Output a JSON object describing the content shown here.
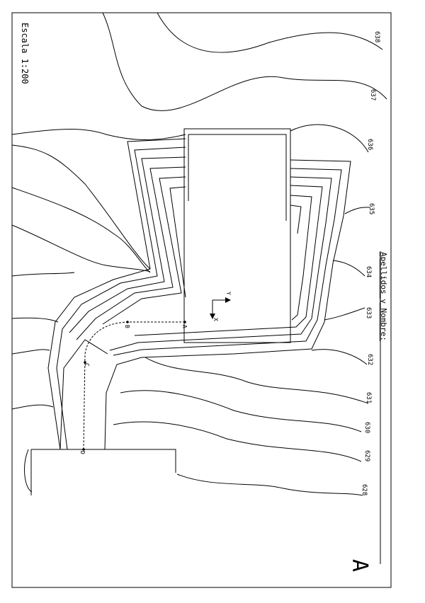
{
  "sheet": {
    "scale_label": "Escala 1:200",
    "name_label": "Apellidos y Nombre:",
    "sheet_letter": "A"
  },
  "contours": {
    "labels": [
      "638",
      "637",
      "636",
      "635",
      "634",
      "633",
      "632",
      "631",
      "630",
      "629",
      "628"
    ]
  },
  "axes": {
    "x_label": "X",
    "y_label": "Y"
  },
  "points": {
    "a": "A",
    "b": "B",
    "c": "C",
    "d": "D"
  }
}
